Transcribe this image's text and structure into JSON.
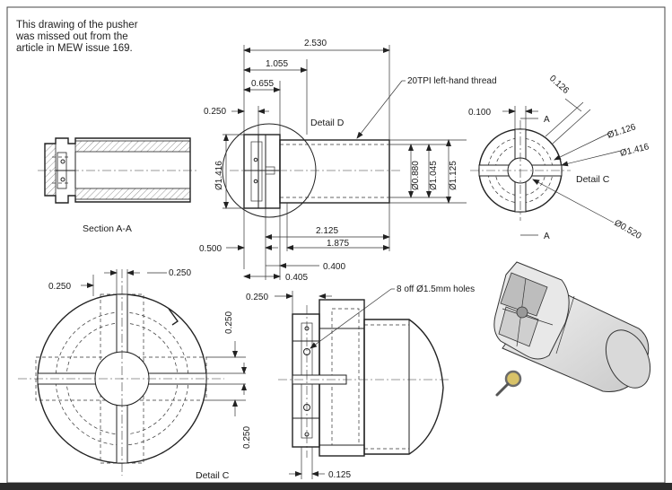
{
  "caption": {
    "line1": "This drawing of the pusher",
    "line2": "was missed out from the",
    "line3": "article in MEW issue 169."
  },
  "section_view": {
    "label": "Section A-A"
  },
  "main_view": {
    "dim_2530": "2.530",
    "dim_1055": "1.055",
    "dim_0655": "0.655",
    "dim_0250": "0.250",
    "dim_dia1416": "Ø1.416",
    "detail_label": "Detail D",
    "thread_note": "20TPI left-hand thread",
    "dim_dia0880": "Ø0.880",
    "dim_dia1045": "Ø1.045",
    "dim_dia1125": "Ø1.125",
    "dim_2125": "2.125",
    "dim_1875": "1.875",
    "dim_0500": "0.500",
    "dim_0400": "0.400",
    "dim_0405": "0.405"
  },
  "end_view": {
    "dim_0100": "0.100",
    "dim_0126": "0.126",
    "section_mark": "A",
    "dim_dia1126": "Ø1.126",
    "dim_dia1416": "Ø1.416",
    "detail_label": "Detail C",
    "dim_dia0520": "Ø0.520"
  },
  "detail_c_large": {
    "dim_0250_top": "0.250",
    "dim_0250_left": "0.250",
    "dim_0250_vert_top": "0.250",
    "dim_0250_vert_bottom": "0.250",
    "label": "Detail C"
  },
  "detail_d_large": {
    "dim_0250": "0.250",
    "holes_note": "8 off Ø1.5mm holes",
    "dim_0125": "0.125"
  }
}
